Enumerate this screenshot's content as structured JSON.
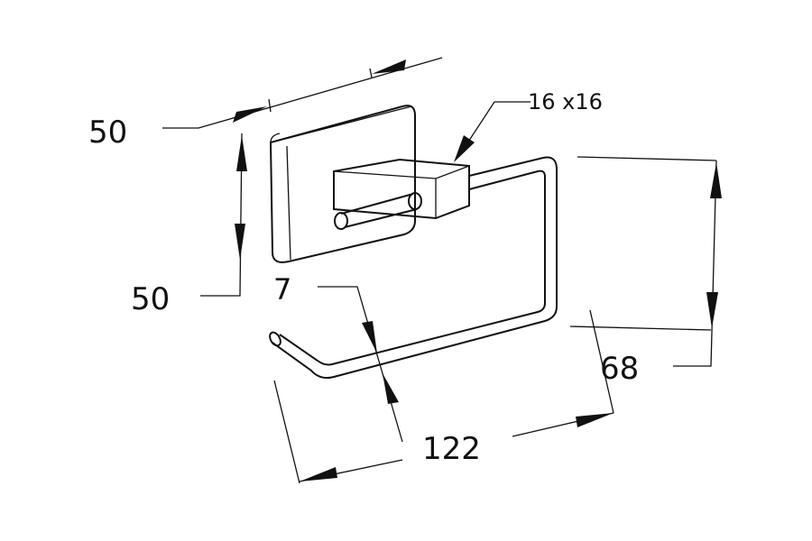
{
  "dimensions": {
    "plate_width": "50",
    "plate_height": "50",
    "post_size": "16 x16",
    "rod_diameter": "7",
    "total_depth": "122",
    "total_height": "68"
  }
}
